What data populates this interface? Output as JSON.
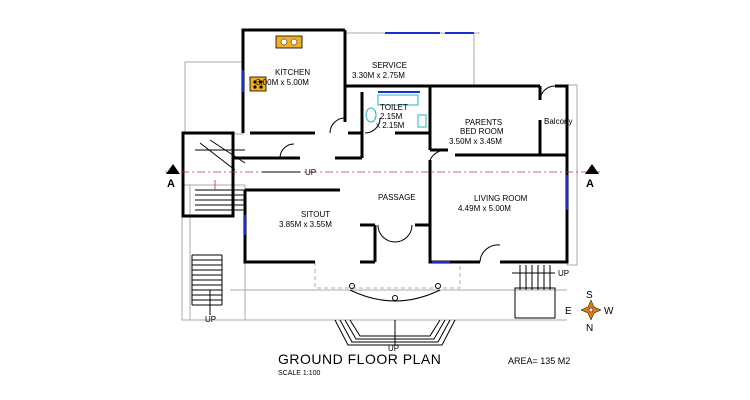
{
  "rooms": {
    "kitchen": {
      "name": "KITCHEN",
      "size": "3.00M x 5.00M"
    },
    "service": {
      "name": "SERVICE",
      "size": "3.30M x 2.75M"
    },
    "toilet": {
      "name": "TOILET",
      "size1": "2.15M",
      "size2": "x 2.15M"
    },
    "parents": {
      "name1": "PARENTS",
      "name2": "BED ROOM",
      "size": "3.50M x 3.45M"
    },
    "balcony": {
      "name": "Balcony"
    },
    "living": {
      "name": "LIVING ROOM",
      "size": "4.49M x 5.00M"
    },
    "sitout": {
      "name": "SITOUT",
      "size": "3.85M x 3.55M"
    },
    "passage": {
      "name": "PASSAGE"
    }
  },
  "stair_labels": {
    "up_center": "UP",
    "up_left": "UP",
    "up_bottom": "UP",
    "up_right": "UP"
  },
  "section_marks": {
    "left": "A",
    "right": "A"
  },
  "compass": {
    "north": "N",
    "south": "S",
    "east": "E",
    "west": "W",
    "color": "#e07a10"
  },
  "footer": {
    "title": "GROUND FLOOR PLAN",
    "area": "AREA= 135 M2",
    "scale": "SCALE 1:100"
  }
}
